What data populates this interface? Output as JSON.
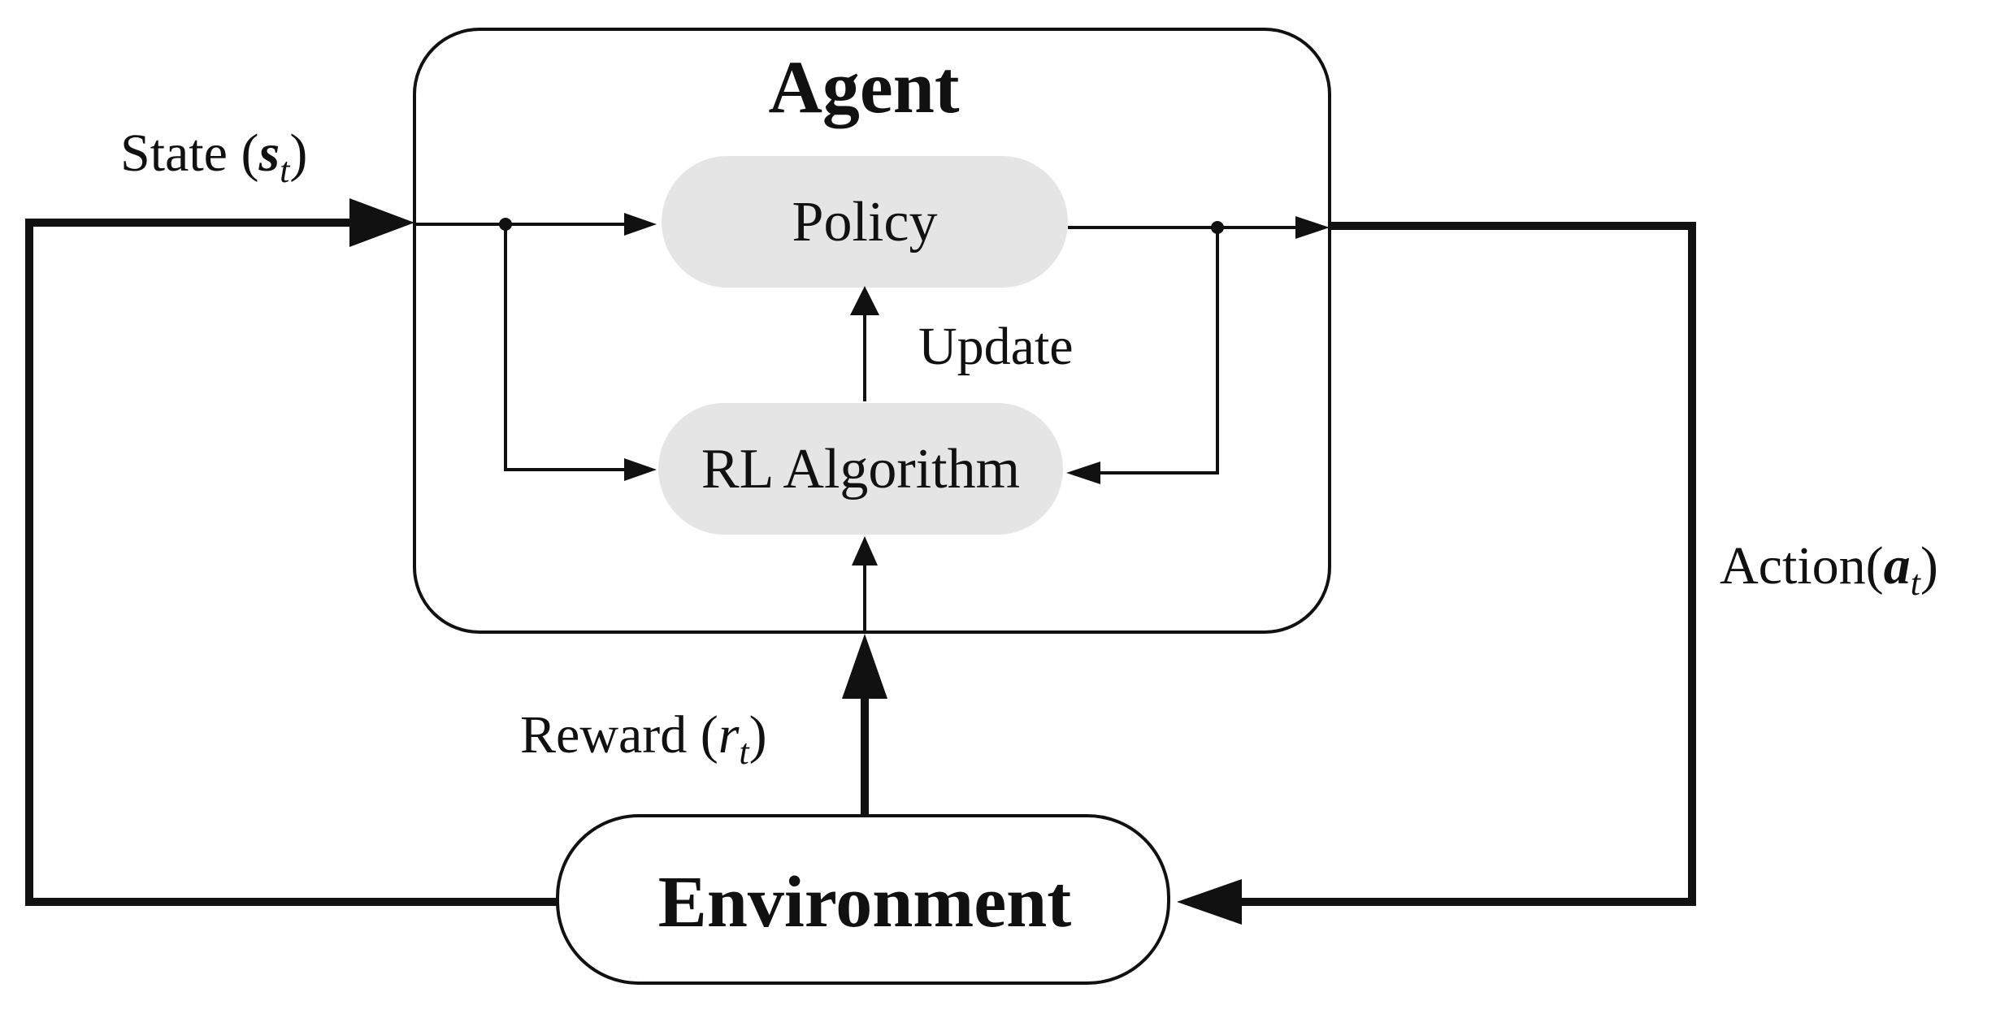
{
  "agent": {
    "title": "Agent",
    "policy_label": "Policy",
    "algorithm_label": "RL Algorithm",
    "update_label": "Update"
  },
  "environment": {
    "title": "Environment"
  },
  "edges": {
    "state": {
      "prefix": "State (",
      "var": "s",
      "sub": "t",
      "suffix": ")"
    },
    "action": {
      "prefix": "Action(",
      "var": "a",
      "sub": "t",
      "suffix": ")"
    },
    "reward": {
      "prefix": "Reward (",
      "var": "r",
      "sub": "t",
      "suffix": ")"
    }
  },
  "colors": {
    "line": "#111111",
    "node_fill": "#e4e5e4",
    "background": "#ffffff"
  }
}
